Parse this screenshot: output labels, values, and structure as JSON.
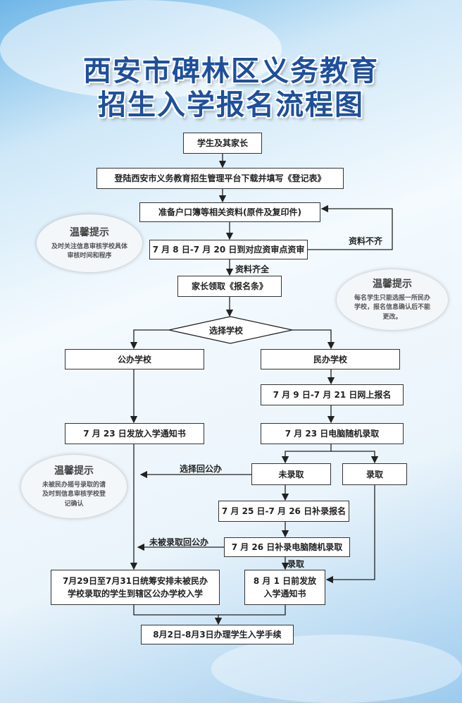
{
  "title": {
    "line1": "西安市碑林区义务教育",
    "line2": "招生入学报名流程图"
  },
  "steps": {
    "s1": "学生及其家长",
    "s2": "登陆西安市义务教育招生管理平台下载并填写《登记表》",
    "s3": "准备户口簿等相关资料(原件及复印件)",
    "s4": "7 月 8 日-7 月 20 日到对应资审点资审",
    "s5": "家长领取《报名条》",
    "choose": "选择学校",
    "public": "公办学校",
    "private": "民办学校",
    "p1": "7 月 9 日-7 月 21 日网上报名",
    "pub_notice": "7 月 23 日发放入学通知书",
    "p2": "7 月 23 日电脑随机录取",
    "not_admitted": "未录取",
    "admitted": "录取",
    "p3": "7 月 25 日-7 月 26 日补录报名",
    "p4": "7 月 26 日补录电脑随机录取",
    "arrange": "7月29日至7月31日统筹安排未被民办学校录取的学生到辖区公办学校入学",
    "p_notice": "8 月 1 日前发放入学通知书",
    "final": "8月2日-8月3日办理学生入学手续"
  },
  "labels": {
    "incomplete": "资料不齐",
    "complete": "资料齐全",
    "back_public": "选择回公办",
    "not_admitted_back": "未被录取回公办",
    "admitted": "录取"
  },
  "notes": [
    {
      "title": "温馨提示",
      "text": "及时关注信息审核学校具体审核时间和程序"
    },
    {
      "title": "温馨提示",
      "text": "每名学生只能选报一所民办学校，报名信息确认后不能更改。"
    },
    {
      "title": "温馨提示",
      "text": "未被民办摇号录取的请及时到信息审核学校登记确认"
    }
  ]
}
